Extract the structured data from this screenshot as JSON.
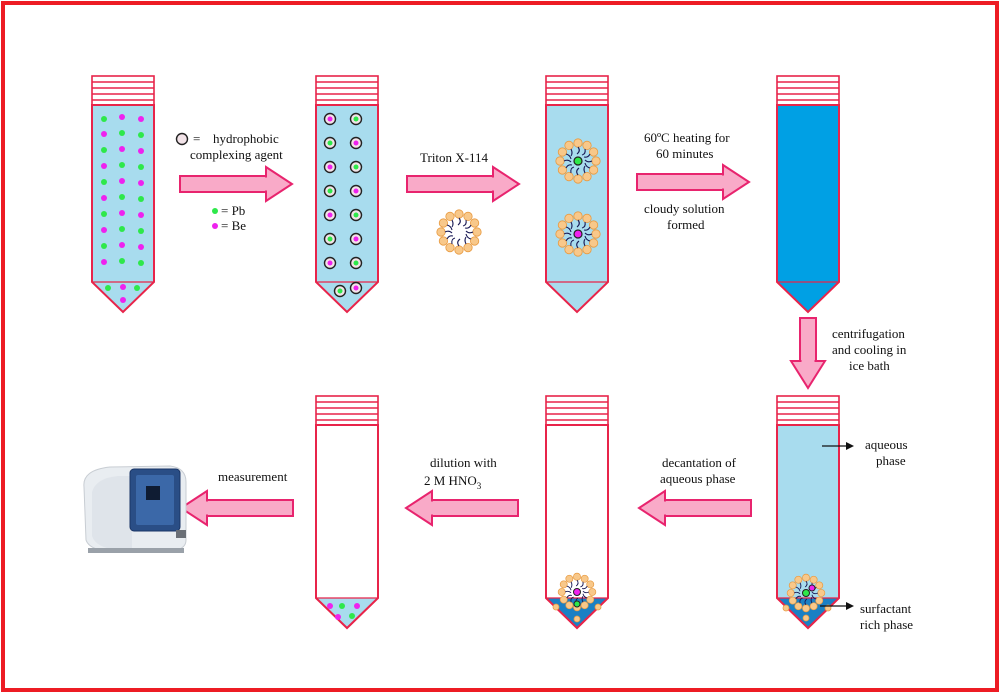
{
  "colors": {
    "frame": "#ed1c24",
    "tube_outline": "#e8244a",
    "aqueous": "#a8dcee",
    "cloudy": "#00a0e4",
    "arrow_fill": "#f9aac8",
    "arrow_stroke": "#e8246e",
    "pb": "#2ee84a",
    "be": "#ee22ee",
    "surfactant_head": "#f8c88a",
    "surfactant_tail": "#1a1a55"
  },
  "legend": {
    "complexing_equals": "=",
    "complexing_line1": "hydrophobic",
    "complexing_line2": "complexing agent",
    "pb_label": "= Pb",
    "be_label": "= Be"
  },
  "steps": {
    "surfactant_label": "Triton X-114",
    "heating_line1": "60ºC heating for",
    "heating_line2": "60 minutes",
    "cloudy_line1": "cloudy solution",
    "cloudy_line2": "formed",
    "centrifuge_line1": "centrifugation",
    "centrifuge_line2": "and cooling in",
    "centrifuge_line3": "ice bath",
    "aqueous_line1": "aqueous",
    "aqueous_line2": "phase",
    "surfactant_phase_line1": "surfactant",
    "surfactant_phase_line2": "rich phase",
    "decant_line1": "decantation of",
    "decant_line2": "aqueous phase",
    "dilution_line1": "dilution with",
    "dilution_line2_main": "2 M HNO",
    "dilution_line2_sub": "3",
    "measurement": "measurement"
  }
}
